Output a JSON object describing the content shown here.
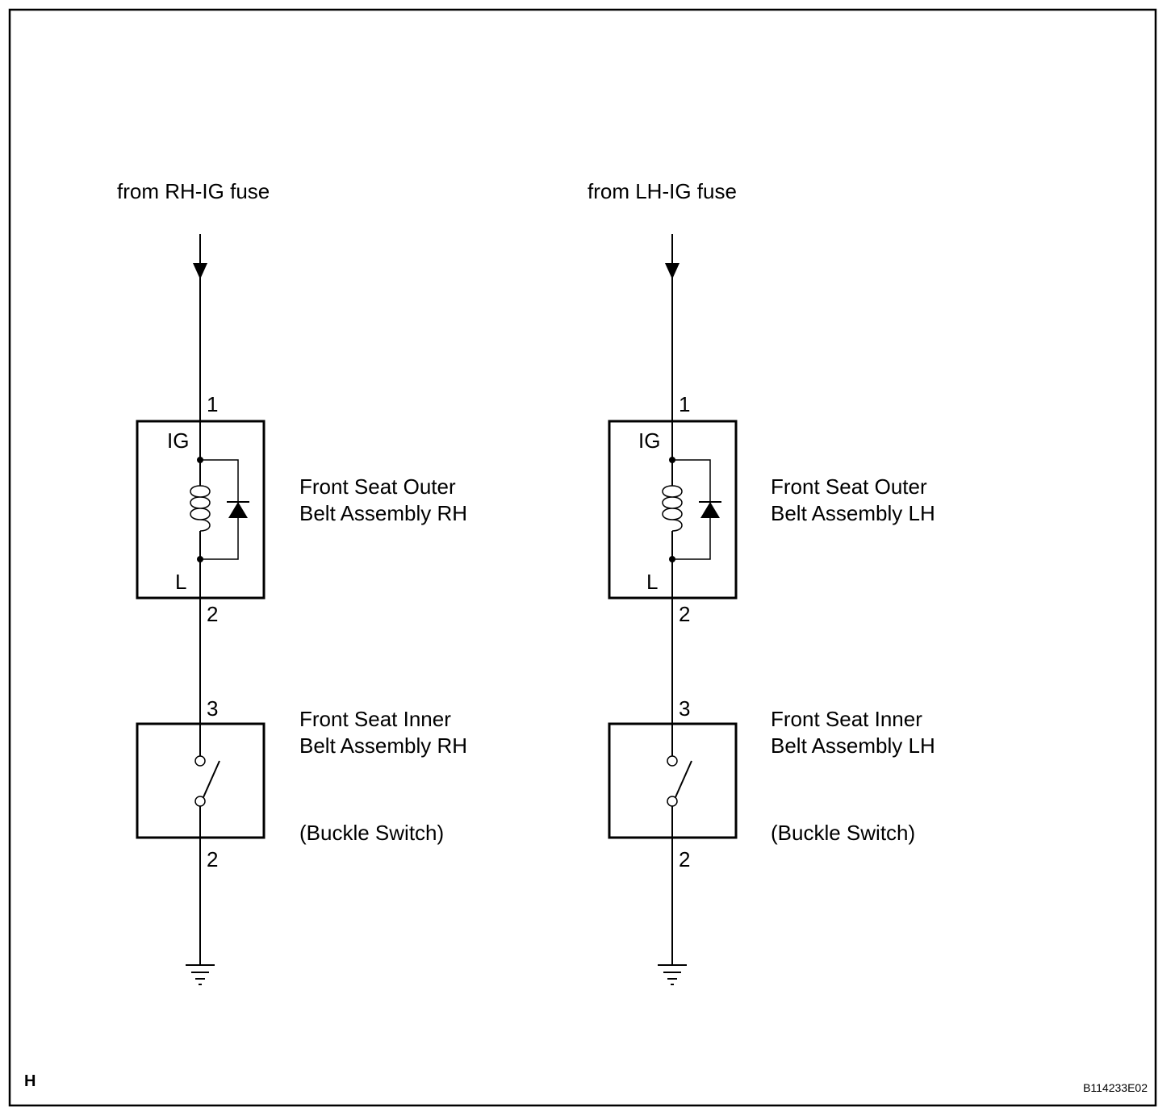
{
  "circuits": [
    {
      "id": "rh",
      "source_label": "from RH-IG fuse",
      "pin_top": "1",
      "terminal_ig": "IG",
      "terminal_l": "L",
      "pin_mid": "2",
      "outer_belt_line1": "Front Seat Outer",
      "outer_belt_line2": "Belt Assembly RH",
      "pin_switch_top": "3",
      "inner_belt_line1": "Front Seat Inner",
      "inner_belt_line2": "Belt Assembly RH",
      "switch_note": "(Buckle Switch)",
      "pin_bottom": "2"
    },
    {
      "id": "lh",
      "source_label": "from LH-IG fuse",
      "pin_top": "1",
      "terminal_ig": "IG",
      "terminal_l": "L",
      "pin_mid": "2",
      "outer_belt_line1": "Front Seat Outer",
      "outer_belt_line2": "Belt Assembly LH",
      "pin_switch_top": "3",
      "inner_belt_line1": "Front Seat Inner",
      "inner_belt_line2": "Belt Assembly LH",
      "switch_note": "(Buckle Switch)",
      "pin_bottom": "2"
    }
  ],
  "corner_mark": "H",
  "figure_code": "B114233E02"
}
